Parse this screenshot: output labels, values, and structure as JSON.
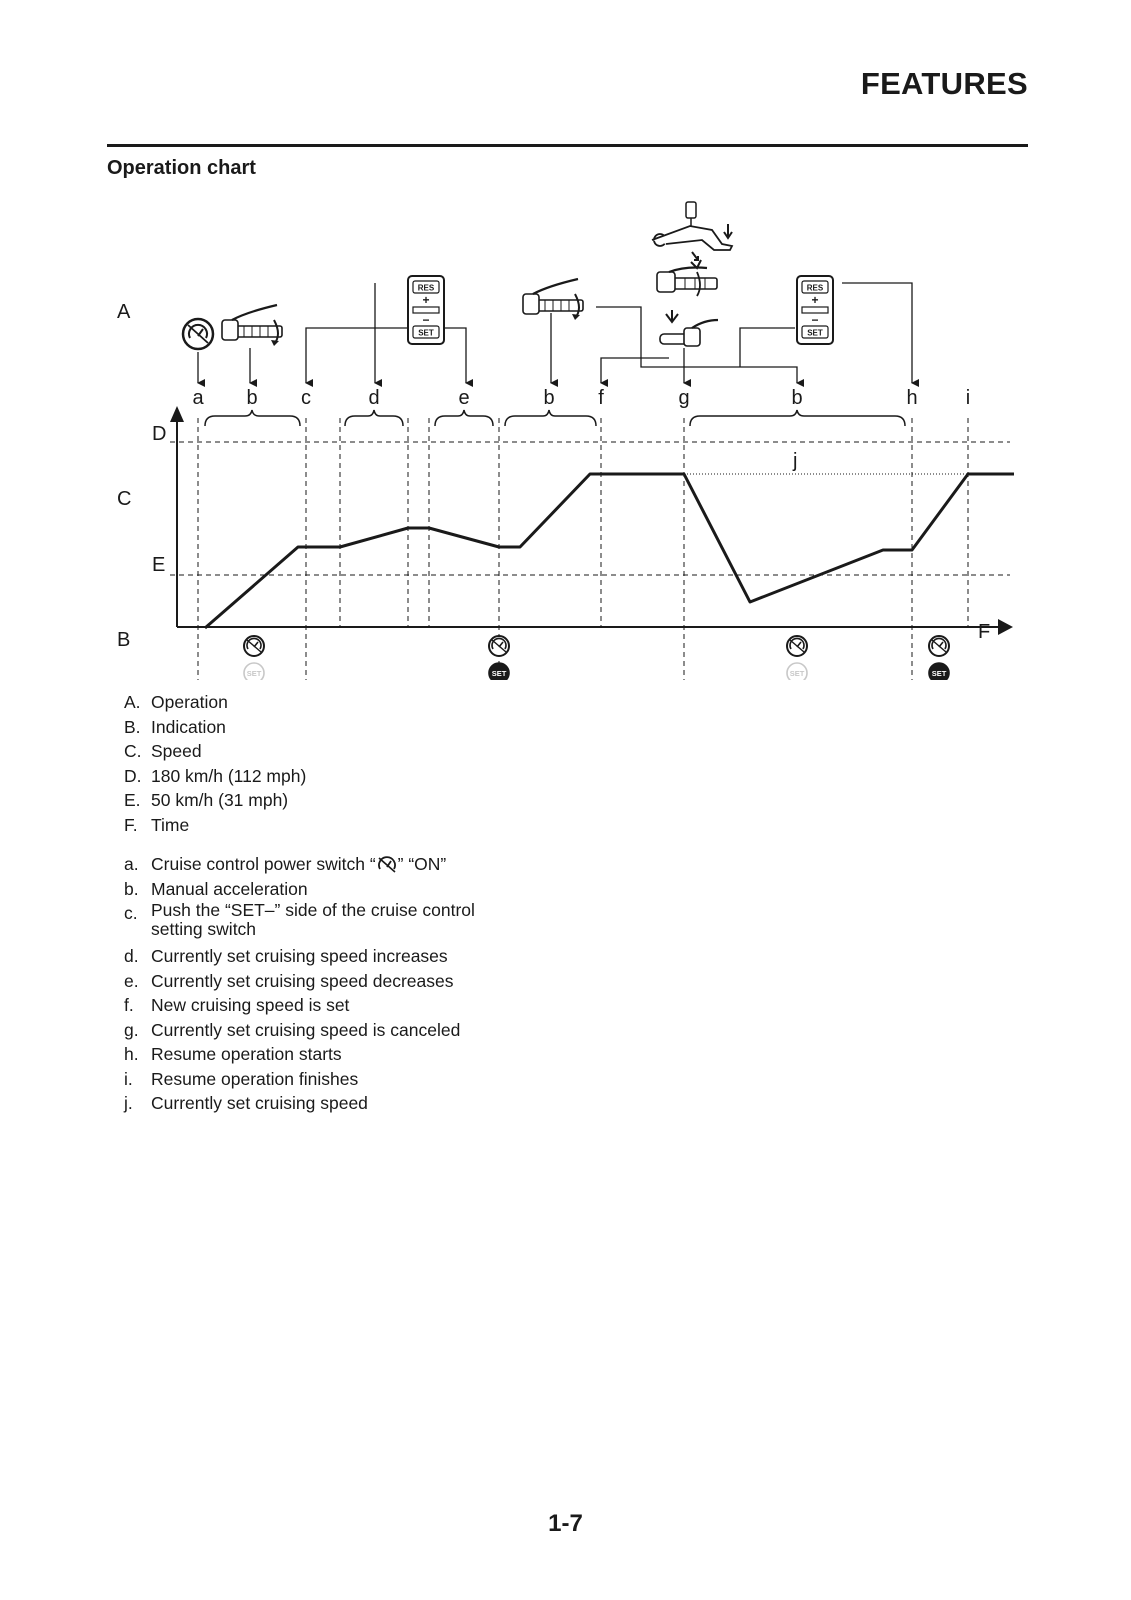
{
  "header": {
    "title": "FEATURES"
  },
  "section": {
    "title": "Operation chart"
  },
  "diagram": {
    "row_labels": {
      "A": "A",
      "B": "B",
      "C": "C",
      "D": "D",
      "E": "E",
      "F": "F"
    },
    "event_labels": [
      "a",
      "b",
      "c",
      "d",
      "e",
      "b",
      "f",
      "g",
      "b",
      "h",
      "i"
    ],
    "j_label": "j",
    "switch_res_label": "RES",
    "switch_set_label": "SET",
    "switch_plus": "+",
    "switch_minus": "−",
    "indicator_set_label": "SET",
    "indicator_states": [
      {
        "event": "b",
        "cruise_on": true,
        "set_lit": false
      },
      {
        "event": "e",
        "cruise_on": true,
        "set_lit": true
      },
      {
        "event": "b",
        "cruise_on": true,
        "set_lit": false
      },
      {
        "event": "h",
        "cruise_on": true,
        "set_lit": true
      }
    ],
    "icons": [
      "cruise-power-icon",
      "throttle-grip-icon",
      "setting-switch-icon",
      "brake-lever-icon",
      "brake-pedal-icon",
      "clutch-lever-icon"
    ]
  },
  "legend_upper": [
    {
      "key": "A.",
      "text": "Operation"
    },
    {
      "key": "B.",
      "text": "Indication"
    },
    {
      "key": "C.",
      "text": "Speed"
    },
    {
      "key": "D.",
      "text": "180 km/h (112 mph)"
    },
    {
      "key": "E.",
      "text": "50 km/h (31 mph)"
    },
    {
      "key": "F.",
      "text": "Time"
    }
  ],
  "legend_lower": [
    {
      "key": "a.",
      "text_before": "Cruise control power switch “",
      "text_after": "” “ON”"
    },
    {
      "key": "b.",
      "text": "Manual acceleration"
    },
    {
      "key": "c.",
      "text": "Push the “SET–” side of the cruise control\nsetting switch"
    },
    {
      "key": "d.",
      "text": "Currently set cruising speed increases"
    },
    {
      "key": "e.",
      "text": "Currently set cruising speed decreases"
    },
    {
      "key": "f.",
      "text": "New cruising speed is set"
    },
    {
      "key": "g.",
      "text": "Currently set cruising speed is canceled"
    },
    {
      "key": "h.",
      "text": "Resume operation starts"
    },
    {
      "key": "i.",
      "text": "Resume operation finishes"
    },
    {
      "key": "j.",
      "text": "Currently set cruising speed"
    }
  ],
  "page_number": "1-7"
}
